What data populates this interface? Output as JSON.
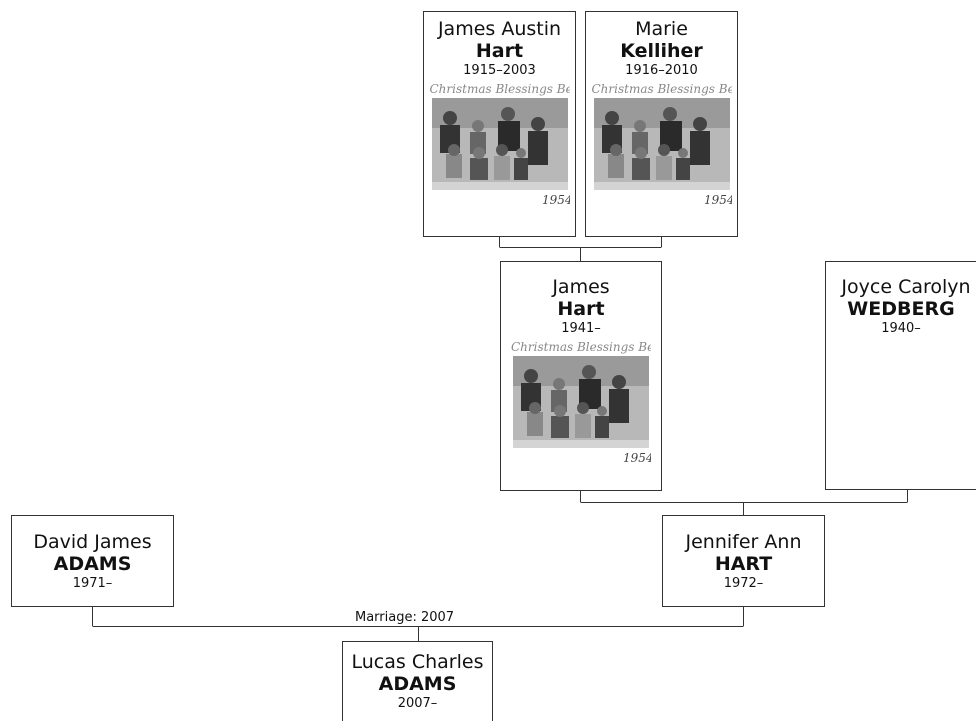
{
  "people": {
    "james_austin": {
      "given": "James Austin",
      "surname": "Hart",
      "dates": "1915–2003",
      "photo_caption": "Christmas Blessings Be"
    },
    "marie": {
      "given": "Marie",
      "surname": "Kelliher",
      "dates": "1916–2010",
      "photo_caption": "Christmas Blessings Be"
    },
    "james": {
      "given": "James",
      "surname": "Hart",
      "dates": "1941–",
      "photo_caption": "Christmas Blessings Be"
    },
    "joyce": {
      "given": "Joyce Carolyn",
      "surname": "WEDBERG",
      "dates": "1940–"
    },
    "david": {
      "given": "David James",
      "surname": "ADAMS",
      "dates": "1971–"
    },
    "jennifer": {
      "given": "Jennifer Ann",
      "surname": "HART",
      "dates": "1972–"
    },
    "lucas": {
      "given": "Lucas Charles",
      "surname": "ADAMS",
      "dates": "2007–"
    }
  },
  "photo": {
    "year": "1954"
  },
  "marriage": {
    "label": "Marriage: 2007"
  }
}
